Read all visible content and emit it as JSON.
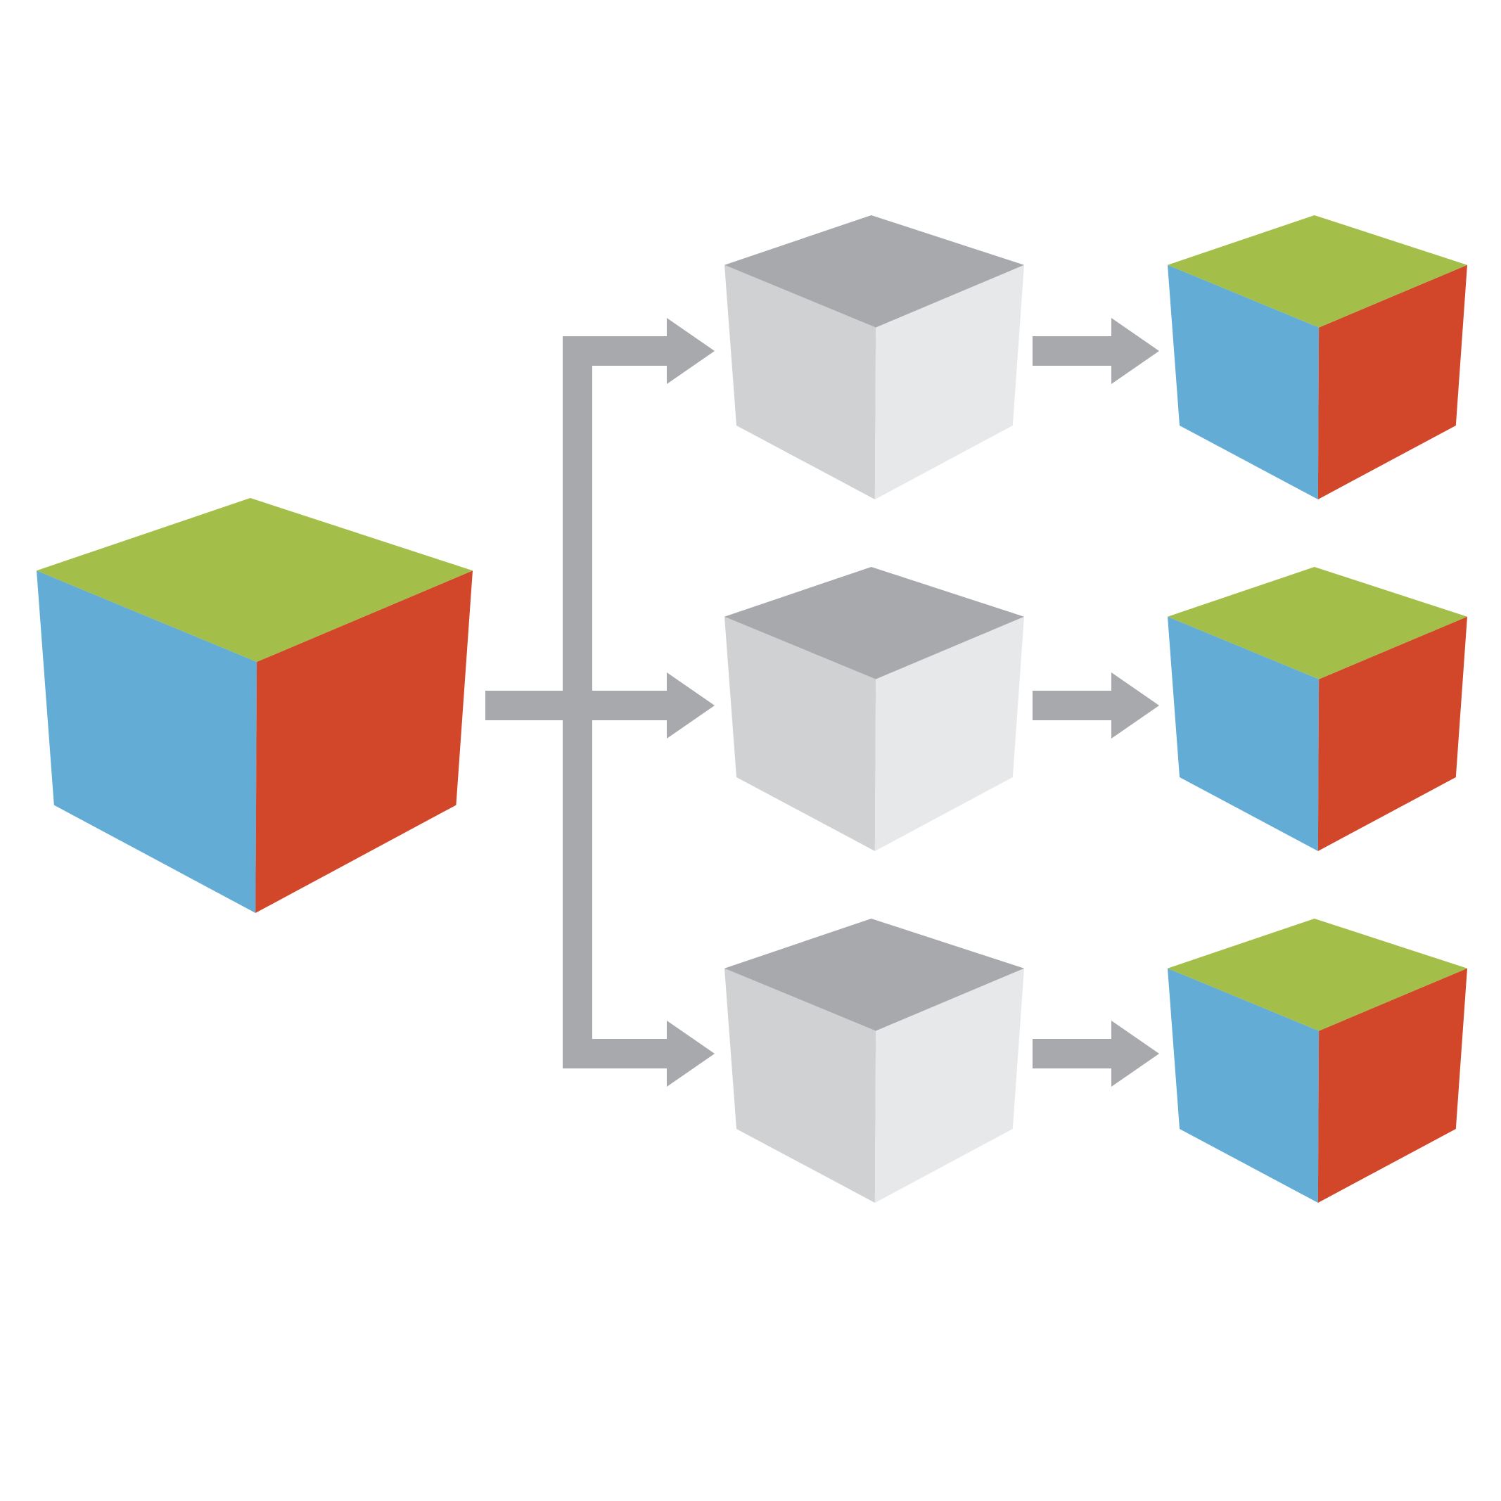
{
  "colors": {
    "background": "#ffffff",
    "arrow": "#a8a9ac",
    "color_top": "#a3bf4a",
    "color_left": "#63acd5",
    "color_right": "#d24629",
    "gray_top": "#a8a9ac",
    "gray_left": "#d0d1d3",
    "gray_right": "#e7e8e9"
  },
  "diagram": {
    "source": {
      "name": "source-cube",
      "variant": "color"
    },
    "branches": [
      {
        "intermediate": {
          "name": "gray-cube-1",
          "variant": "gray"
        },
        "result": {
          "name": "color-cube-1",
          "variant": "color"
        }
      },
      {
        "intermediate": {
          "name": "gray-cube-2",
          "variant": "gray"
        },
        "result": {
          "name": "color-cube-2",
          "variant": "color"
        }
      },
      {
        "intermediate": {
          "name": "gray-cube-3",
          "variant": "gray"
        },
        "result": {
          "name": "color-cube-3",
          "variant": "color"
        }
      }
    ]
  }
}
